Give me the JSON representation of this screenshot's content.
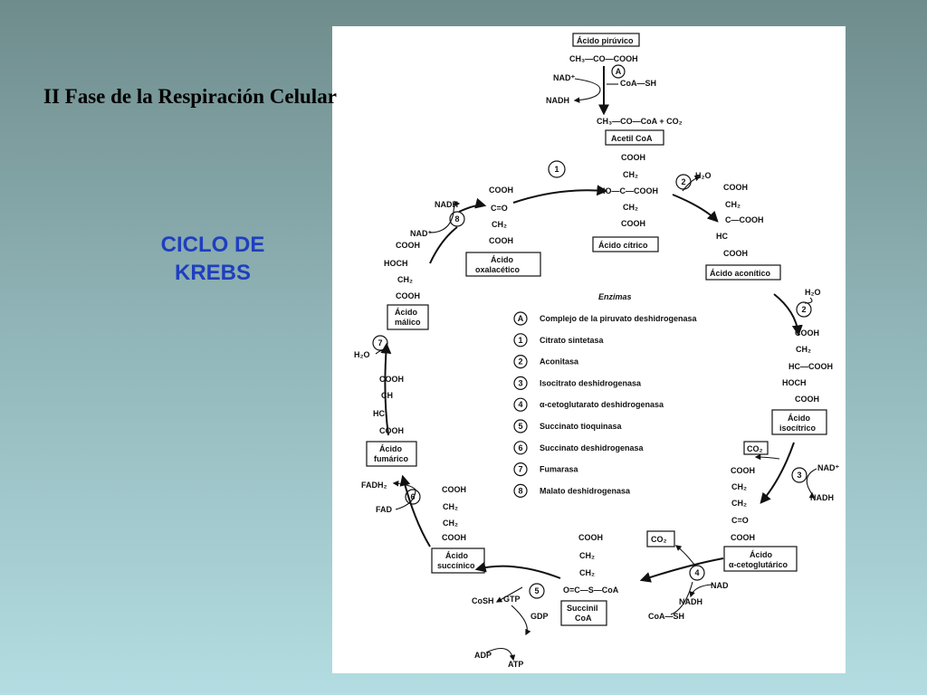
{
  "slide": {
    "title": "II Fase de la Respiración  Celular",
    "side_label_line1": "CICLO  DE",
    "side_label_line2": "KREBS",
    "colors": {
      "background_top": "#6f8c8c",
      "background_bottom": "#b3dde2",
      "label_blue": "#1f3fbf"
    }
  },
  "diagram": {
    "pyruvate": {
      "name": "Ácido pirúvico",
      "formula": "CH₃—CO—COOH",
      "nad": "NAD⁺",
      "nadh": "NADH",
      "coa": "CoA—SH",
      "step": "A"
    },
    "acetyl": {
      "formula": "CH₃—CO—CoA + CO₂",
      "name": "Acetil CoA"
    },
    "citric": {
      "name": "Ácido cítrico",
      "s1": "COOH",
      "s2": "CH₂",
      "s3": "HO—C—COOH",
      "s4": "CH₂",
      "s5": "COOH",
      "step": "1"
    },
    "aconitic": {
      "name": "Ácido aconítico",
      "s1": "COOH",
      "s2": "CH₂",
      "s3": "C—COOH",
      "s4": "HC",
      "s5": "COOH",
      "step": "2",
      "h2o": "H₂O"
    },
    "isocitric": {
      "name1": "Ácido",
      "name2": "isocítrico",
      "s1": "COOH",
      "s2": "CH₂",
      "s3": "HC—COOH",
      "s4": "HOCH",
      "s5": "COOH",
      "step": "2",
      "h2o": "H₂O"
    },
    "ketoglutaric": {
      "name1": "Ácido",
      "name2": "α-cetoglutárico",
      "s1": "COOH",
      "s2": "CH₂",
      "s3": "CH₂",
      "s4": "C=O",
      "s5": "COOH",
      "step": "3",
      "co2": "CO₂",
      "nad": "NAD⁺",
      "nadh": "NADH"
    },
    "succinylcoa": {
      "name1": "Succinil",
      "name2": "CoA",
      "s1": "COOH",
      "s2": "CH₂",
      "s3": "CH₂",
      "s4": "O=C—S—CoA",
      "step": "4",
      "co2": "CO₂",
      "nad": "NAD",
      "nadh": "NADH",
      "coa": "CoA—SH"
    },
    "succinic": {
      "name1": "Ácido",
      "name2": "succínico",
      "s1": "COOH",
      "s2": "CH₂",
      "s3": "CH₂",
      "s4": "COOH",
      "step": "5",
      "coash": "CoSH",
      "gtp": "GTP",
      "gdp": "GDP",
      "adp": "ADP",
      "atp": "ATP"
    },
    "fumaric": {
      "name1": "Ácido",
      "name2": "fumárico",
      "s1": "COOH",
      "s2": "CH",
      "s3": "HC",
      "s4": "COOH",
      "step": "6",
      "fadh2": "FADH₂",
      "fad": "FAD"
    },
    "malic": {
      "name1": "Ácido",
      "name2": "málico",
      "s1": "COOH",
      "s2": "HOCH",
      "s3": "CH₂",
      "s4": "COOH",
      "step": "7",
      "h2o": "H₂O"
    },
    "oxaloacetic": {
      "name1": "Ácido",
      "name2": "oxalacético",
      "s1": "COOH",
      "s2": "C=O",
      "s3": "CH₂",
      "s4": "COOH",
      "step": "8",
      "nad": "NAD⁺",
      "nadh": "NADH"
    },
    "enzymes": {
      "title": "Enzimas",
      "items": [
        {
          "key": "A",
          "label": "Complejo de la piruvato deshidrogenasa"
        },
        {
          "key": "1",
          "label": "Citrato sintetasa"
        },
        {
          "key": "2",
          "label": "Aconitasa"
        },
        {
          "key": "3",
          "label": "Isocitrato deshidrogenasa"
        },
        {
          "key": "4",
          "label": "α-cetoglutarato deshidrogenasa"
        },
        {
          "key": "5",
          "label": "Succinato tioquinasa"
        },
        {
          "key": "6",
          "label": "Succinato deshidrogenasa"
        },
        {
          "key": "7",
          "label": "Fumarasa"
        },
        {
          "key": "8",
          "label": "Malato deshidrogenasa"
        }
      ]
    }
  }
}
